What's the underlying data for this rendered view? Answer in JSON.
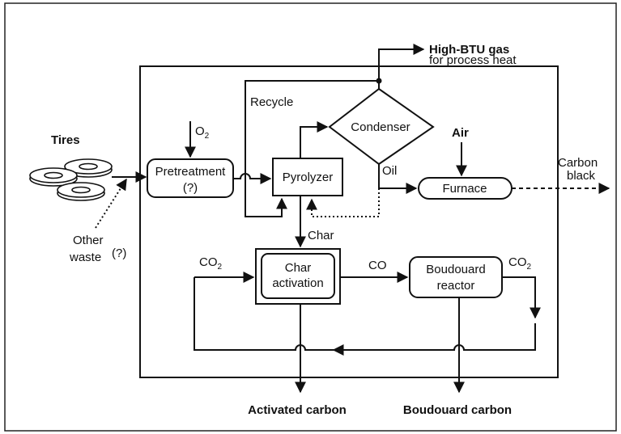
{
  "diagram": {
    "nodes": {
      "tires": "Tires",
      "pretreatment": "Pretreatment",
      "pretreatment_q": "(?)",
      "pyrolyzer": "Pyrolyzer",
      "condenser": "Condenser",
      "furnace": "Furnace",
      "char_activation_1": "Char",
      "char_activation_2": "activation",
      "boudouard_1": "Boudouard",
      "boudouard_2": "reactor"
    },
    "labels": {
      "o2": "O",
      "o2_sub": "2",
      "air": "Air",
      "recycle": "Recycle",
      "high_btu_1": "High-BTU gas",
      "high_btu_2": "for process heat",
      "oil": "Oil",
      "carbon_black_1": "Carbon",
      "carbon_black_2": "black",
      "char": "Char",
      "other_waste_1": "Other",
      "other_waste_2": "waste",
      "other_waste_q": "(?)",
      "co2_left": "CO",
      "co2_left_sub": "2",
      "co": "CO",
      "co2_right": "CO",
      "co2_right_sub": "2",
      "activated_carbon": "Activated carbon",
      "boudouard_carbon": "Boudouard carbon"
    }
  }
}
